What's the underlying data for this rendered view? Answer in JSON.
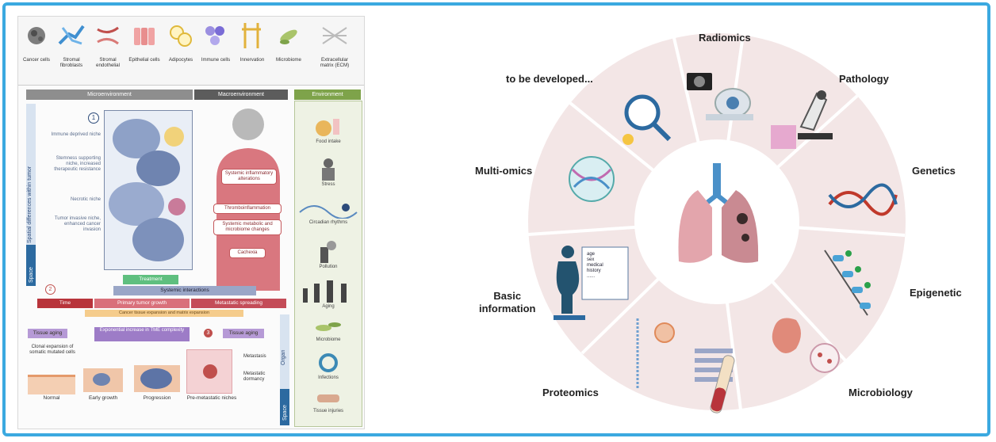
{
  "left_figure": {
    "cell_types": [
      "Cancer cells",
      "Stromal fibroblasts",
      "Stromal endothelial",
      "Epithelial cells",
      "Adipocytes",
      "Immune cells",
      "Innervation",
      "Microbiome",
      "Extracellular matrix (ECM)"
    ],
    "banners": {
      "micro": "Microenvironment",
      "macro": "Macroenvironment",
      "env": "Environment"
    },
    "niches": [
      "Immune deprived niche",
      "Stemness supporting niche, increased therapeutic resistance",
      "Necrotic niche",
      "Tumor invasive niche, enhanced cancer invasion"
    ],
    "systemic": [
      "Systemic inflammatory alterations",
      "Thromboinflammation",
      "Systemic metabolic and microbiome changes",
      "Cachexia"
    ],
    "environment": [
      "Food intake",
      "Stress",
      "Circadian rhythms",
      "Pollution",
      "Aging",
      "Microbiome",
      "Infections",
      "Tissue injuries"
    ],
    "axis_labels": {
      "spatial": "Spatial differences within tumor",
      "space": "Space",
      "organ": "Organ",
      "space2": "Space"
    },
    "treatment": "Treatment",
    "systemic_interactions": "Systemic interactions",
    "timeline": {
      "time": "Time",
      "primary": "Primary tumor growth",
      "meta": "Metastatic spreading"
    },
    "timeline_sub": "Cancer tissue expansion and matrix expansion",
    "markers": {
      "one": "1",
      "two": "2",
      "three": "3"
    },
    "tissue_aging": "Tissue aging",
    "exponential": "Exponential increase in TME complexity",
    "tissue_aging2": "Tissue aging",
    "clonal": "Clonal expansion of somatic mutated cells",
    "metastasis": "Metastasis",
    "dormancy": "Metastatic dormancy",
    "stages": [
      "Normal",
      "Early growth",
      "Progression",
      "Pre-metastatic niches"
    ]
  },
  "right_wheel": {
    "categories": {
      "radiomics": "Radiomics",
      "pathology": "Pathology",
      "genetics": "Genetics",
      "epigenetic": "Epigenetic",
      "microbiology": "Microbiology",
      "proteomics": "Proteomics",
      "basic": "Basic\ninformation",
      "multiomics": "Multi-omics",
      "tbd": "to be developed..."
    },
    "basic_info_list": [
      "age",
      "sex",
      "medical",
      "history",
      "......"
    ]
  },
  "colors": {
    "frame": "#3ba9e0",
    "wheel": "#f3e6e6",
    "wheel_line": "#ffffff",
    "lung": "#d98c95"
  }
}
